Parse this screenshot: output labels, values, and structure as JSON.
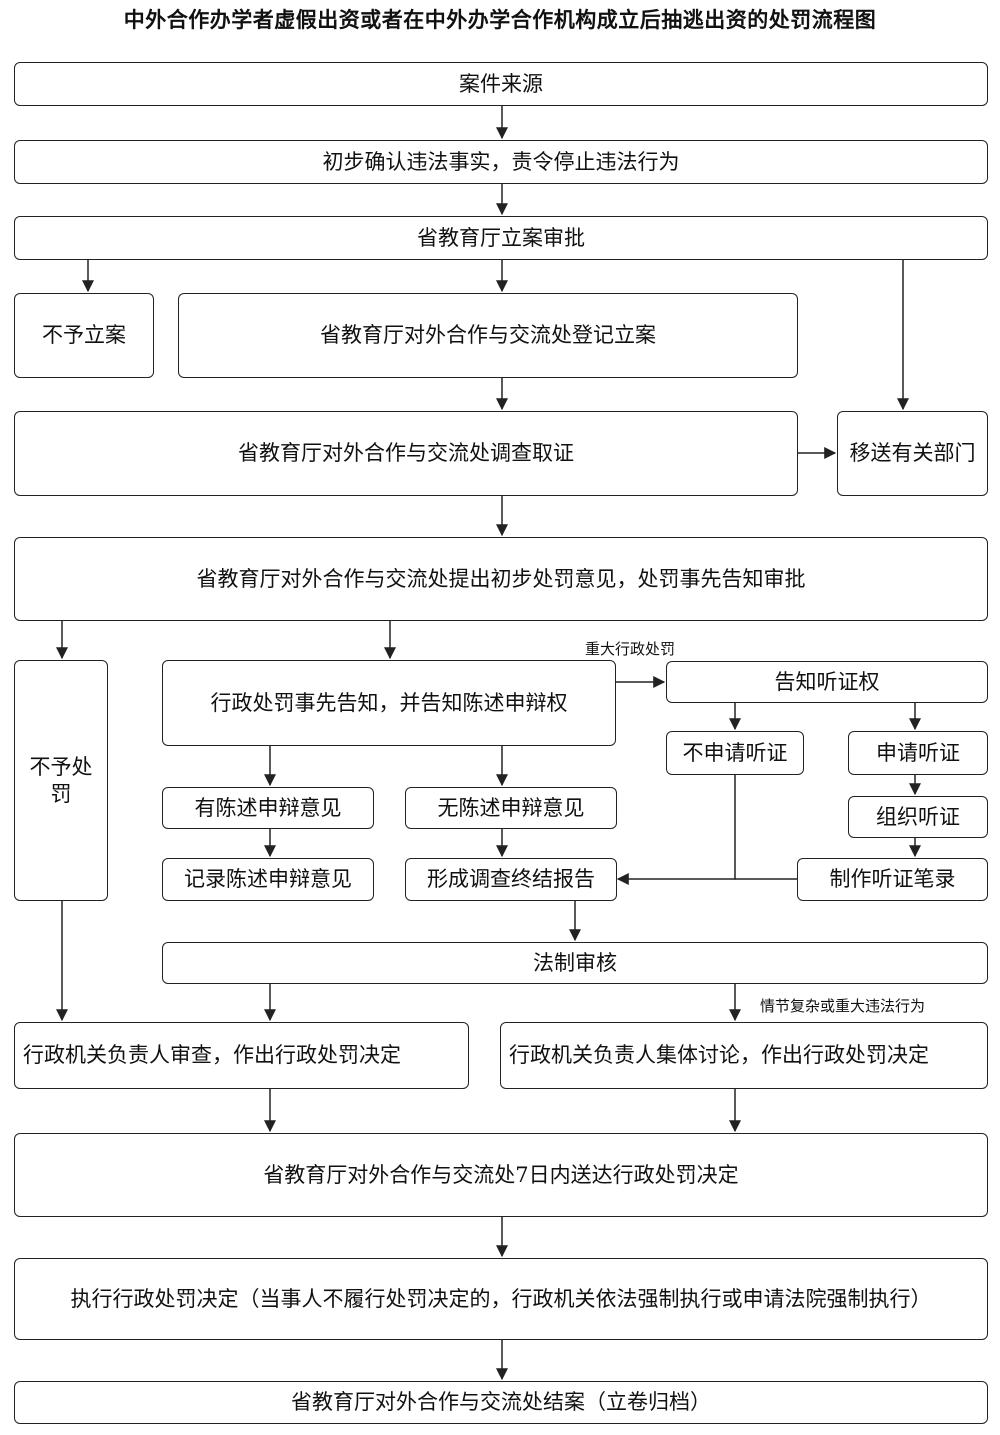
{
  "title": "中外合作办学者虚假出资或者在中外办学合作机构成立后抽逃出资的处罚流程图",
  "nodes": {
    "case_source": "案件来源",
    "initial_confirm": "初步确认违法事实，责令停止违法行为",
    "case_approval": "省教育厅立案审批",
    "no_case": "不予立案",
    "register_case": "省教育厅对外合作与交流处登记立案",
    "investigate": "省教育厅对外合作与交流处调查取证",
    "transfer": "移送有关部门",
    "preliminary_opinion": "省教育厅对外合作与交流处提出初步处罚意见，处罚事先告知审批",
    "no_penalty": "不予处罚",
    "prior_notice": "行政处罚事先告知，并告知陈述申辩权",
    "hearing_right": "告知听证权",
    "no_hearing_request": "不申请听证",
    "hearing_request": "申请听证",
    "has_statement": "有陈述申辩意见",
    "no_statement": "无陈述申辩意见",
    "organize_hearing": "组织听证",
    "record_statement": "记录陈述申辩意见",
    "final_report": "形成调查终结报告",
    "hearing_record": "制作听证笔录",
    "legal_review": "法制审核",
    "head_review": "行政机关负责人审查，作出行政处罚决定",
    "collective_discussion": "行政机关负责人集体讨论，作出行政处罚决定",
    "deliver_decision": "省教育厅对外合作与交流处7日内送达行政处罚决定",
    "execute": "执行行政处罚决定（当事人不履行处罚决定的，行政机关依法强制执行或申请法院强制执行）",
    "close_case": "省教育厅对外合作与交流处结案（立卷归档）"
  },
  "labels": {
    "major_penalty": "重大行政处罚",
    "complex_case": "情节复杂或重大违法行为"
  }
}
